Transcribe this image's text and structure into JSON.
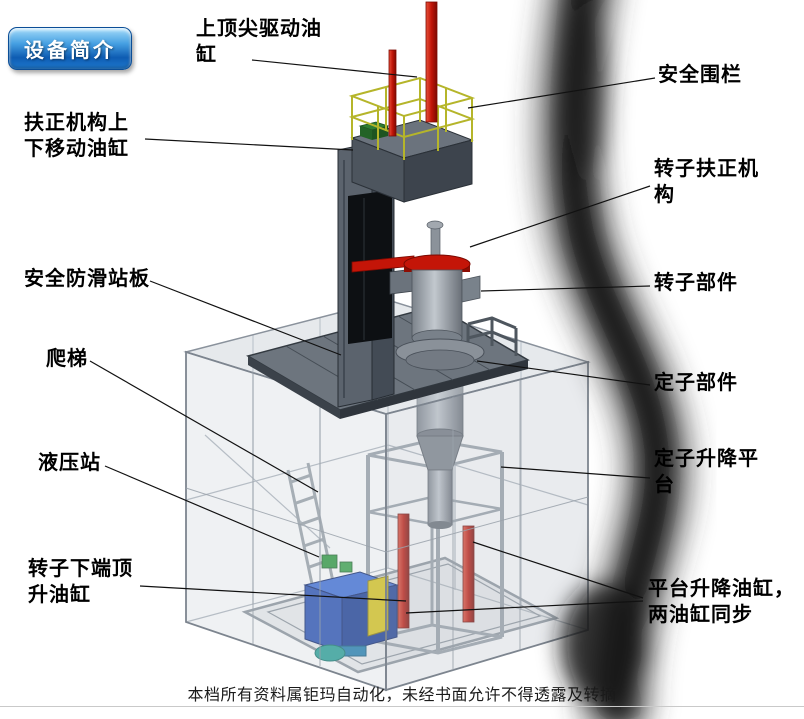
{
  "page": {
    "title_badge": "设备简介",
    "footer": "本档所有资料属钜玛自动化，未经书面允许不得透露及转摘"
  },
  "labels": {
    "top_tip_cylinder": "上顶尖驱动油\n缸",
    "safety_fence": "安全围栏",
    "centering_move_cylinder": "扶正机构上\n下移动油缸",
    "rotor_centering_mechanism": "转子扶正机\n构",
    "antislip_platform": "安全防滑站板",
    "rotor_part": "转子部件",
    "ladder": "爬梯",
    "stator_part": "定子部件",
    "hydraulic_station": "液压站",
    "stator_lift_platform": "定子升降平\n台",
    "rotor_bottom_jack_cylinder": "转子下端顶\n升油缸",
    "platform_lift_cylinders": "平台升降油缸，\n两油缸同步"
  },
  "colors": {
    "badge_blue": "#0e5cb2",
    "cylinder_red": "#c01508",
    "hydraulic_blue": "#2a53b4",
    "railing_yellow": "#b5b52a",
    "platform_gray": "#6d757e",
    "smoke_black": "#0b0b0b"
  }
}
